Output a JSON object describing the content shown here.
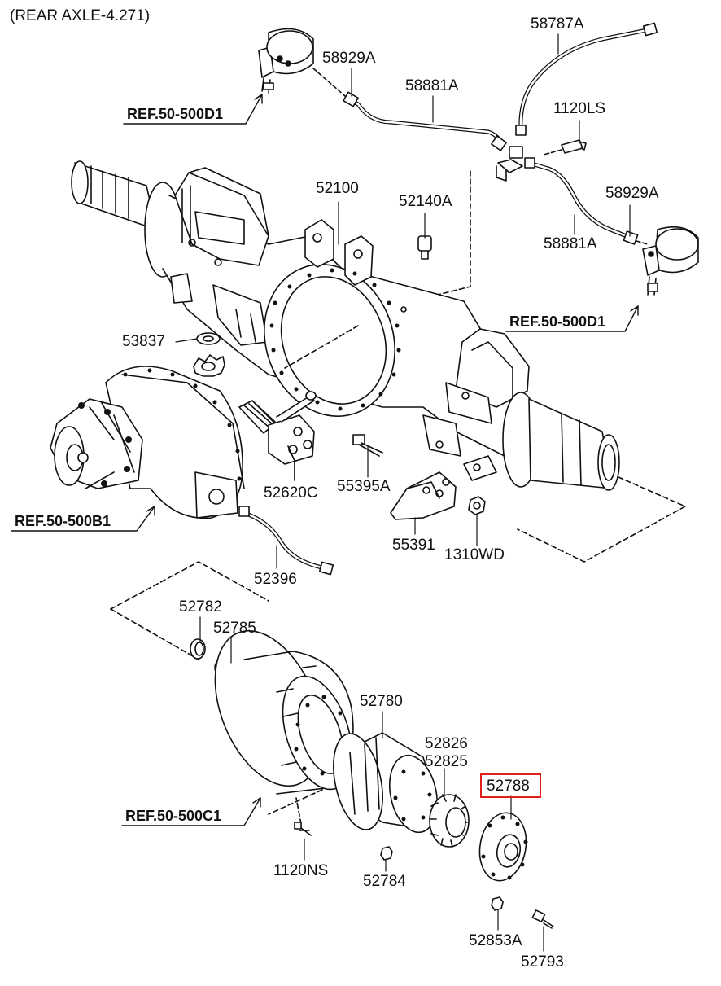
{
  "caption": "(REAR AXLE-4.271)",
  "highlight_color": "#e0201c",
  "refs": {
    "d1_top": "REF.50-500D1",
    "d1_right": "REF.50-500D1",
    "b1": "REF.50-500B1",
    "c1": "REF.50-500C1"
  },
  "parts": {
    "p58787A": "58787A",
    "p58929A_top": "58929A",
    "p58881A_top": "58881A",
    "p1120LS": "1120LS",
    "p52100": "52100",
    "p52140A": "52140A",
    "p58929A_right": "58929A",
    "p58881A_right": "58881A",
    "p53837": "53837",
    "p52620C": "52620C",
    "p55395A": "55395A",
    "p55391": "55391",
    "p1310WD": "1310WD",
    "p52396": "52396",
    "p52782": "52782",
    "p52785": "52785",
    "p52780": "52780",
    "p52826": "52826",
    "p52825": "52825",
    "p52788": "52788",
    "p1120NS": "1120NS",
    "p52784": "52784",
    "p52853A": "52853A",
    "p52793": "52793"
  },
  "highlighted_part": "52788"
}
